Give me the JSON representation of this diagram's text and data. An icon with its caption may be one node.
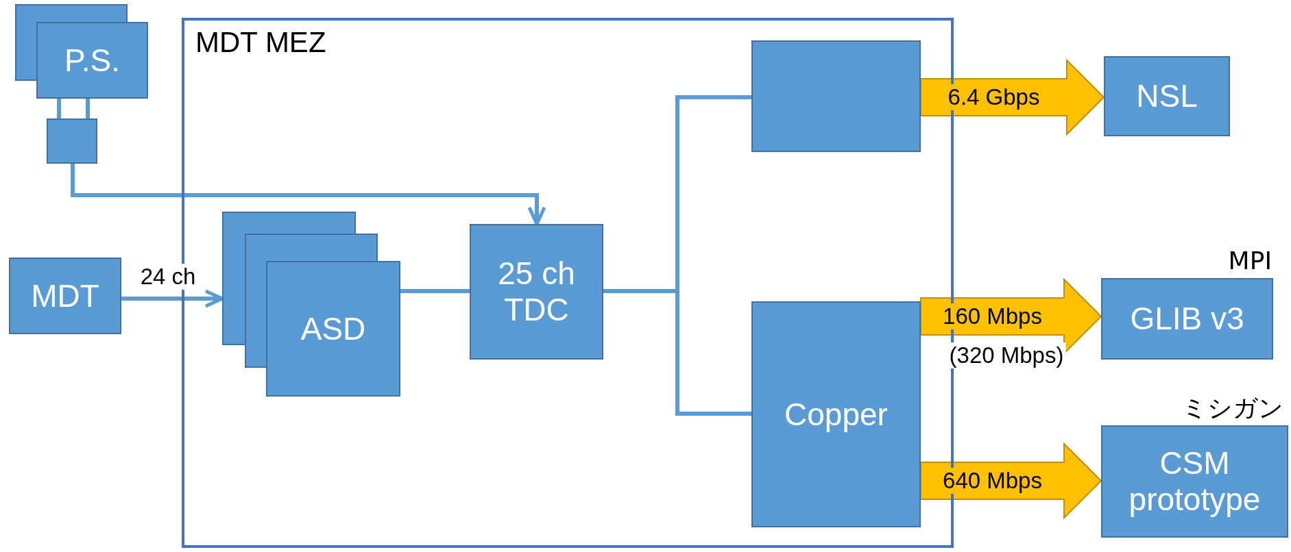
{
  "diagram": {
    "nodes": [
      {
        "text": [
          "MDT MEZ"
        ]
      },
      {
        "text": [
          "P.S."
        ]
      },
      {
        "text": [],
        "shape": "box"
      },
      {
        "text": [
          "MDT"
        ]
      },
      {
        "text": [
          "ASD"
        ],
        "in": 0
      },
      {
        "text": [
          "25 ch TDC"
        ],
        "in": 0
      },
      {
        "text": [],
        "shape": "box",
        "in": 0
      },
      {
        "text": [
          "Copper"
        ],
        "in": 0
      },
      {
        "text": [
          "NSL"
        ]
      },
      {
        "text": [
          "GLIB v3"
        ],
        "beside": [
          "MPI"
        ]
      },
      {
        "text": [
          "CSM prototype"
        ],
        "beside": [
          "ミシガン"
        ]
      }
    ],
    "edges": [
      {
        "from": 1,
        "to": 2,
        "arrow": "none"
      },
      {
        "from": 1,
        "to": 2,
        "arrow": "none"
      },
      {
        "from": 2,
        "to": 5,
        "arrow": "to"
      },
      {
        "from": 3,
        "to": 4,
        "arrow": "to",
        "label": "24 ch"
      },
      {
        "from": 4,
        "to": 5,
        "arrow": "none"
      },
      {
        "from": 5,
        "to": 6,
        "arrow": "none"
      },
      {
        "from": 5,
        "to": 7,
        "arrow": "none"
      },
      {
        "from": 6,
        "to": 8,
        "arrow": "to",
        "label": "6.4 Gbps",
        "style": "thick",
        "color": "#ffc000"
      },
      {
        "from": 7,
        "to": 9,
        "arrow": "to",
        "label": "160 Mbps",
        "style": "thick",
        "color": "#ffc000"
      },
      {
        "from": 7,
        "to": 10,
        "arrow": "to",
        "label": "640 Mbps",
        "style": "thick",
        "color": "#ffc000"
      }
    ],
    "labels": [
      "(320 Mbps)"
    ]
  }
}
